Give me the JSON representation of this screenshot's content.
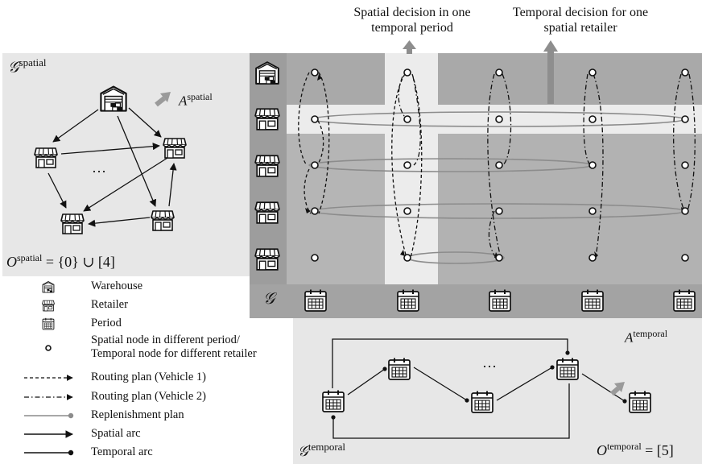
{
  "headers": {
    "spatial_decision_line1": "Spatial decision in one",
    "spatial_decision_line2": "temporal period",
    "temporal_decision_line1": "Temporal decision for one",
    "temporal_decision_line2": "spatial retailer"
  },
  "spatial_graph": {
    "label_symbol": "𝒢",
    "label_sup": "spatial",
    "arc_label_symbol": "A",
    "arc_label_sup": "spatial",
    "ellipsis": "…",
    "nodeset_symbol": "O",
    "nodeset_sup": "spatial",
    "nodeset_value": "= {0} ∪ [4]"
  },
  "temporal_graph": {
    "label_symbol": "𝒢",
    "label_sup": "temporal",
    "arc_label_symbol": "A",
    "arc_label_sup": "temporal",
    "ellipsis": "…",
    "nodeset_symbol": "O",
    "nodeset_sup": "temporal",
    "nodeset_value": "= [5]"
  },
  "grid": {
    "graph_label": "𝒢",
    "row_icons": [
      "warehouse-icon",
      "retailer-icon",
      "retailer-icon",
      "retailer-icon",
      "retailer-icon"
    ],
    "columns": 5,
    "column_icon": "calendar-icon"
  },
  "legend": [
    {
      "symbol": "warehouse-icon",
      "text": "Warehouse"
    },
    {
      "symbol": "retailer-icon",
      "text": "Retailer"
    },
    {
      "symbol": "calendar-icon",
      "text": "Period"
    },
    {
      "symbol": "small-circle",
      "text": "Spatial node in different period/",
      "text2": "Temporal node for different retailer"
    },
    {
      "symbol": "dashed-arrow",
      "text": "Routing plan (Vehicle 1)"
    },
    {
      "symbol": "dashdot-arrow",
      "text": "Routing plan (Vehicle 2)"
    },
    {
      "symbol": "gray-line-dot",
      "text": "Replenishment plan"
    },
    {
      "symbol": "solid-arrow",
      "text": "Spatial arc"
    },
    {
      "symbol": "solid-line-dot",
      "text": "Temporal arc"
    }
  ],
  "colors": {
    "panel_light": "#e7e7e7",
    "grid_dark": "#a9a9a9",
    "grid_mid": "#bcbcbc",
    "grid_highlight": "#ececec",
    "axis_strip": "#989898",
    "arrow_gray": "#8e8e8e",
    "replenish_gray": "#8c8c8c"
  }
}
